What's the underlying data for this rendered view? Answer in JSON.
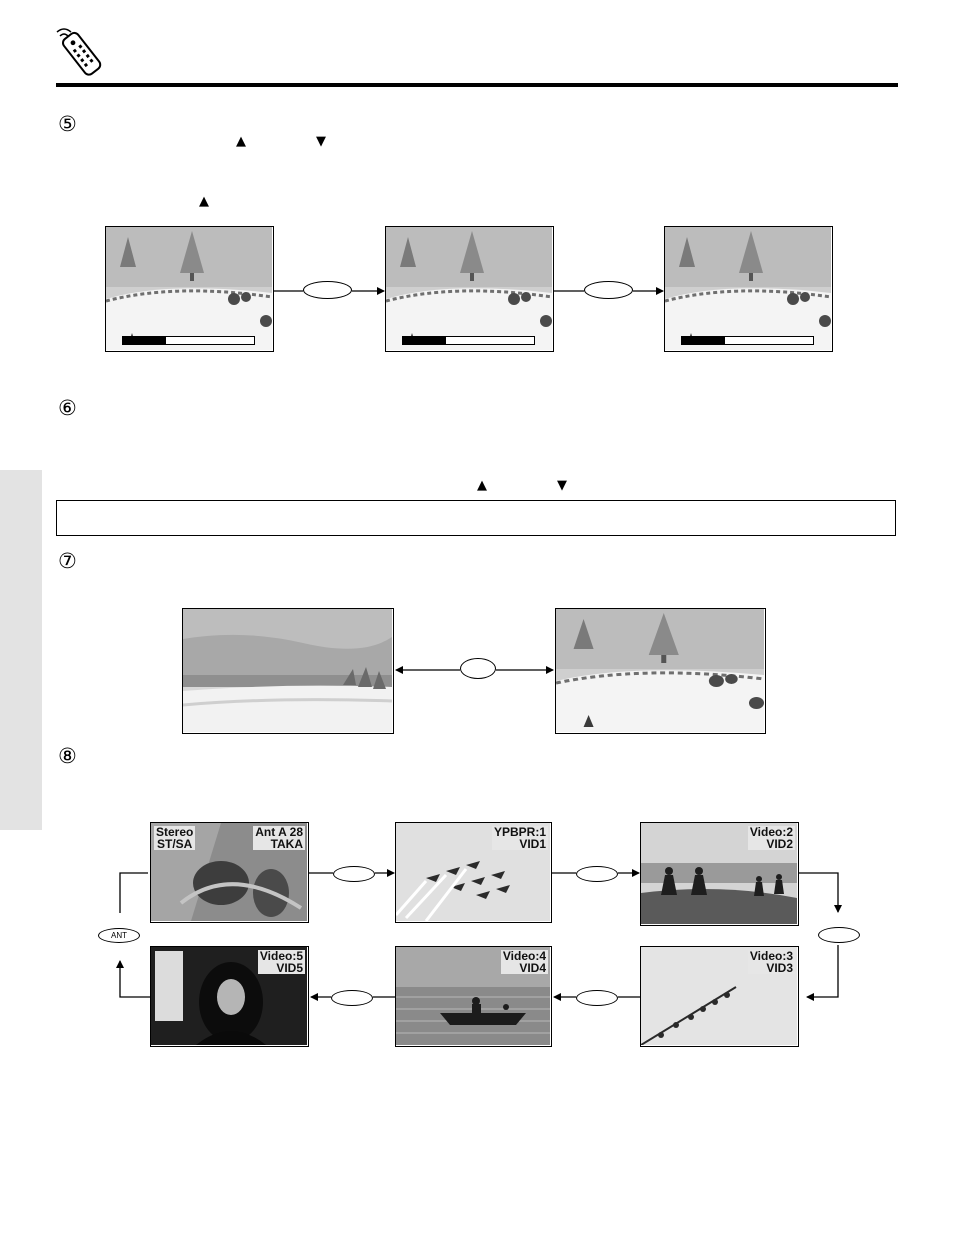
{
  "steps": [
    "⑤",
    "⑥",
    "⑦",
    "⑧"
  ],
  "symbols": {
    "up": "▲",
    "down": "▼"
  },
  "osd": {
    "ant_audio": "Stereo\nST/SA",
    "ant_channel": "Ant A 28\nTAKA",
    "ypbpr_source": "YPBPR:1",
    "ypbpr_label": "VID1",
    "video2_source": "Video:2",
    "video2_label": "VID2",
    "video3_source": "Video:3",
    "video3_label": "VID3",
    "video4_source": "Video:4",
    "video4_label": "VID4",
    "video5_source": "Video:5",
    "video5_label": "VID5"
  },
  "ant_button": "ANT",
  "volume_levels": [
    0.33,
    0.33,
    0.33
  ],
  "colors": {
    "rule": "#000000",
    "side_tab": "#e3e3e3",
    "osd_bg": "#e6e6e6"
  },
  "icons": {
    "header": "remote-control-icon"
  }
}
